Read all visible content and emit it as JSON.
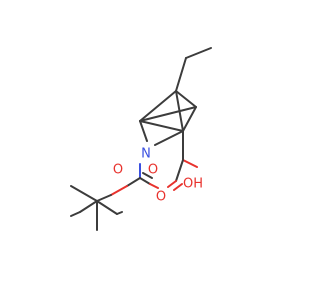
{
  "structure": {
    "atoms": {
      "n": "N",
      "o_carbonyl_boc": "O",
      "o_ester": "O",
      "o_carbonyl_acid": "O",
      "oh": "OH"
    },
    "colors": {
      "bond": "#3c3c3c",
      "nitrogen": "#3a50e0",
      "oxygen": "#e8322d",
      "background": "#ffffff"
    }
  }
}
